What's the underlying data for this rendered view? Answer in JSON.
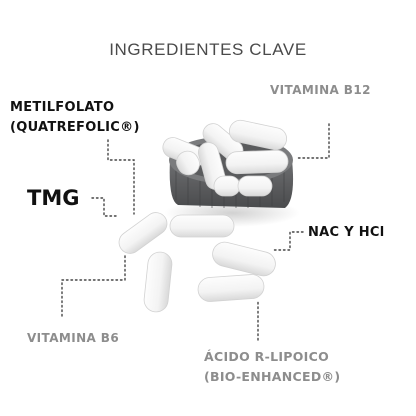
{
  "title": "INGREDIENTES CLAVE",
  "labels": {
    "metilfolato_line1": "METILFOLATO",
    "metilfolato_line2": "(QUATREFOLIC®)",
    "vitamina_b12": "VITAMINA B12",
    "tmg": "TMG",
    "nac_hcl": "NAC Y HCl",
    "vitamina_b6": "VITAMINA B6",
    "acido_line1": "ÁCIDO R-LIPOICO",
    "acido_line2": "(BIO-ENHANCED®)"
  },
  "colors": {
    "title_text": "#4a4a4a",
    "label_dark": "#111111",
    "label_grey": "#8d8d8d",
    "leader_line": "#444444",
    "capsule": "#ffffff",
    "cap_grey": "#5d5e60"
  }
}
